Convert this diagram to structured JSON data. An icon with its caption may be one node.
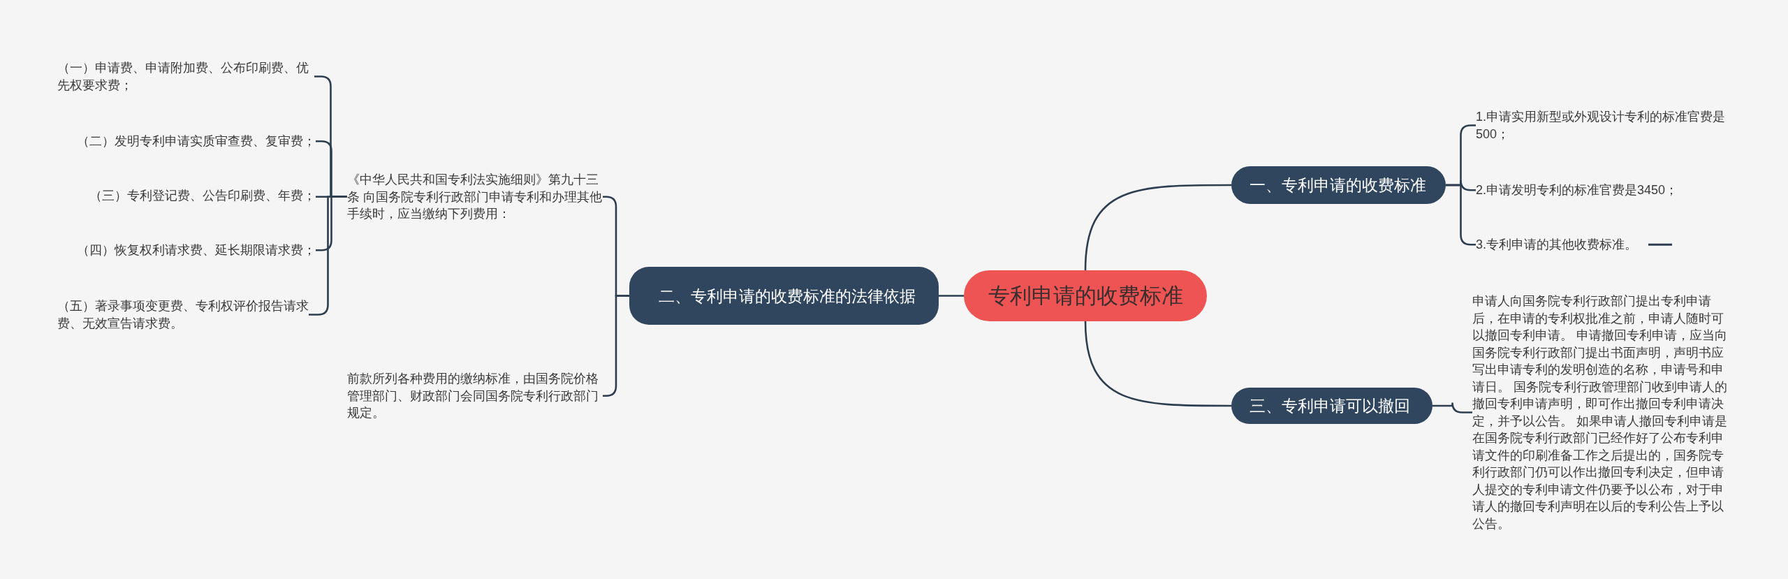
{
  "diagram": {
    "nodes": [
      {
        "text": [
          "专利申请的收费标准"
        ]
      },
      {
        "text": [
          "一、专利申请的收费标准"
        ]
      },
      {
        "text": [
          "二、专利申请的收费标准的法律依据"
        ]
      },
      {
        "text": [
          "三、专利申请可以撤回"
        ]
      },
      {
        "text": [
          "1.申请实用新型或外观设计专利的标准官费是500；"
        ]
      },
      {
        "text": [
          "2.申请发明专利的标准官费是3450；"
        ]
      },
      {
        "text": [
          "3.专利申请的其他收费标准。"
        ]
      },
      {
        "text": [
          "申请人向国务院专利行政部门提出专利申请后，在申请的专利权批准之前，申请人随时可以撤回专利申请。 申请撤回专利申请，应当向国务院专利行政部门提出书面声明，声明书应写出申请专利的发明创造的名称，申请号和申请日。 国务院专利行政管理部门收到申请人的撤回专利申请声明，即可作出撤回专利申请决定，并予以公告。 如果申请人撤回专利申请是在国务院专利行政部门已经作好了公布专利申请文件的印刷准备工作之后提出的，国务院专利行政部门仍可以作出撤回专利决定，但申请人提交的专利申请文件仍要予以公布，对于申请人的撤回专利声明在以后的专利公告上予以公告。"
        ]
      },
      {
        "text": [
          "《中华人民共和国专利法实施细则》第九十三条 向国务院专利行政部门申请专利和办理其他手续时，应当缴纳下列费用："
        ]
      },
      {
        "text": [
          "前款所列各种费用的缴纳标准，由国务院价格管理部门、财政部门会同国务院专利行政部门规定。"
        ]
      },
      {
        "text": [
          "（一）申请费、申请附加费、公布印刷费、优先权要求费；"
        ]
      },
      {
        "text": [
          "（二）发明专利申请实质审查费、复审费；"
        ]
      },
      {
        "text": [
          "（三）专利登记费、公告印刷费、年费；"
        ]
      },
      {
        "text": [
          "（四）恢复权利请求费、延长期限请求费；"
        ]
      },
      {
        "text": [
          "（五）著录事项变更费、专利权评价报告请求费、无效宣告请求费。"
        ]
      }
    ],
    "edges": [
      {
        "from": 0,
        "to": 1,
        "arrow": "none"
      },
      {
        "from": 0,
        "to": 2,
        "arrow": "none"
      },
      {
        "from": 0,
        "to": 3,
        "arrow": "none"
      },
      {
        "from": 1,
        "to": 4,
        "arrow": "none"
      },
      {
        "from": 1,
        "to": 5,
        "arrow": "none"
      },
      {
        "from": 1,
        "to": 6,
        "arrow": "none"
      },
      {
        "from": 3,
        "to": 7,
        "arrow": "none"
      },
      {
        "from": 2,
        "to": 8,
        "arrow": "none"
      },
      {
        "from": 2,
        "to": 9,
        "arrow": "none"
      },
      {
        "from": 8,
        "to": 10,
        "arrow": "none"
      },
      {
        "from": 8,
        "to": 11,
        "arrow": "none"
      },
      {
        "from": 8,
        "to": 12,
        "arrow": "none"
      },
      {
        "from": 8,
        "to": 13,
        "arrow": "none"
      },
      {
        "from": 8,
        "to": 14,
        "arrow": "none"
      }
    ]
  }
}
